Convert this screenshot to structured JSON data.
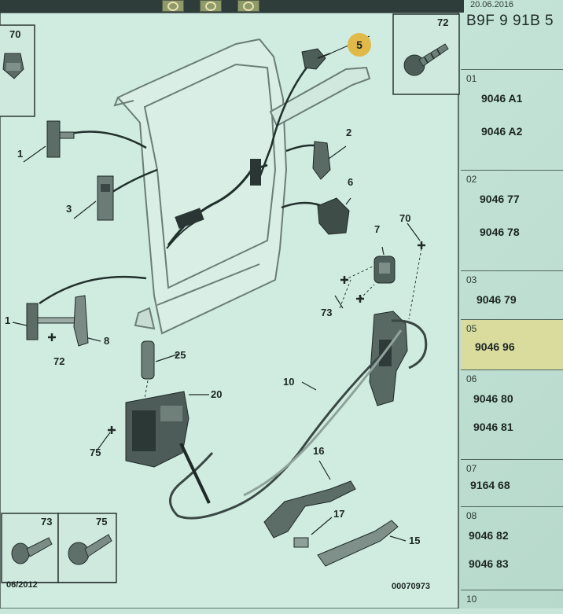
{
  "header": {
    "date": "20.06.2016",
    "reference": "B9F 9 91B 5"
  },
  "diagram": {
    "inset_top_left": "70",
    "inset_top_right": "72",
    "inset_bottom_left": "73",
    "inset_bottom_right": "75",
    "highlighted_label": "5",
    "labels": {
      "l1a": "1",
      "l1b": "1",
      "l2": "2",
      "l3": "3",
      "l6": "6",
      "l7": "7",
      "l8": "8",
      "l10": "10",
      "l15": "15",
      "l16": "16",
      "l17": "17",
      "l20": "20",
      "l25": "25",
      "l70": "70",
      "l72": "72",
      "l73": "73",
      "l75": "75"
    },
    "footer_date": "06/2012",
    "footer_code": "00070973"
  },
  "parts_panel": {
    "rows": [
      {
        "index": "01",
        "refs": [
          "9046 A1",
          "9046 A2"
        ],
        "highlighted": false
      },
      {
        "index": "02",
        "refs": [
          "9046 77",
          "9046 78"
        ],
        "highlighted": false
      },
      {
        "index": "03",
        "refs": [
          "9046 79"
        ],
        "highlighted": false
      },
      {
        "index": "05",
        "refs": [
          "9046 96"
        ],
        "highlighted": true
      },
      {
        "index": "06",
        "refs": [
          "9046 80",
          "9046 81"
        ],
        "highlighted": false
      },
      {
        "index": "07",
        "refs": [
          "9164 68"
        ],
        "highlighted": false
      },
      {
        "index": "08",
        "refs": [
          "9046 82",
          "9046 83"
        ],
        "highlighted": false
      },
      {
        "index": "10",
        "refs": [],
        "highlighted": false
      }
    ]
  },
  "colors": {
    "highlight_circle": "#e1b948",
    "highlight_row": "#d9dc9c"
  }
}
